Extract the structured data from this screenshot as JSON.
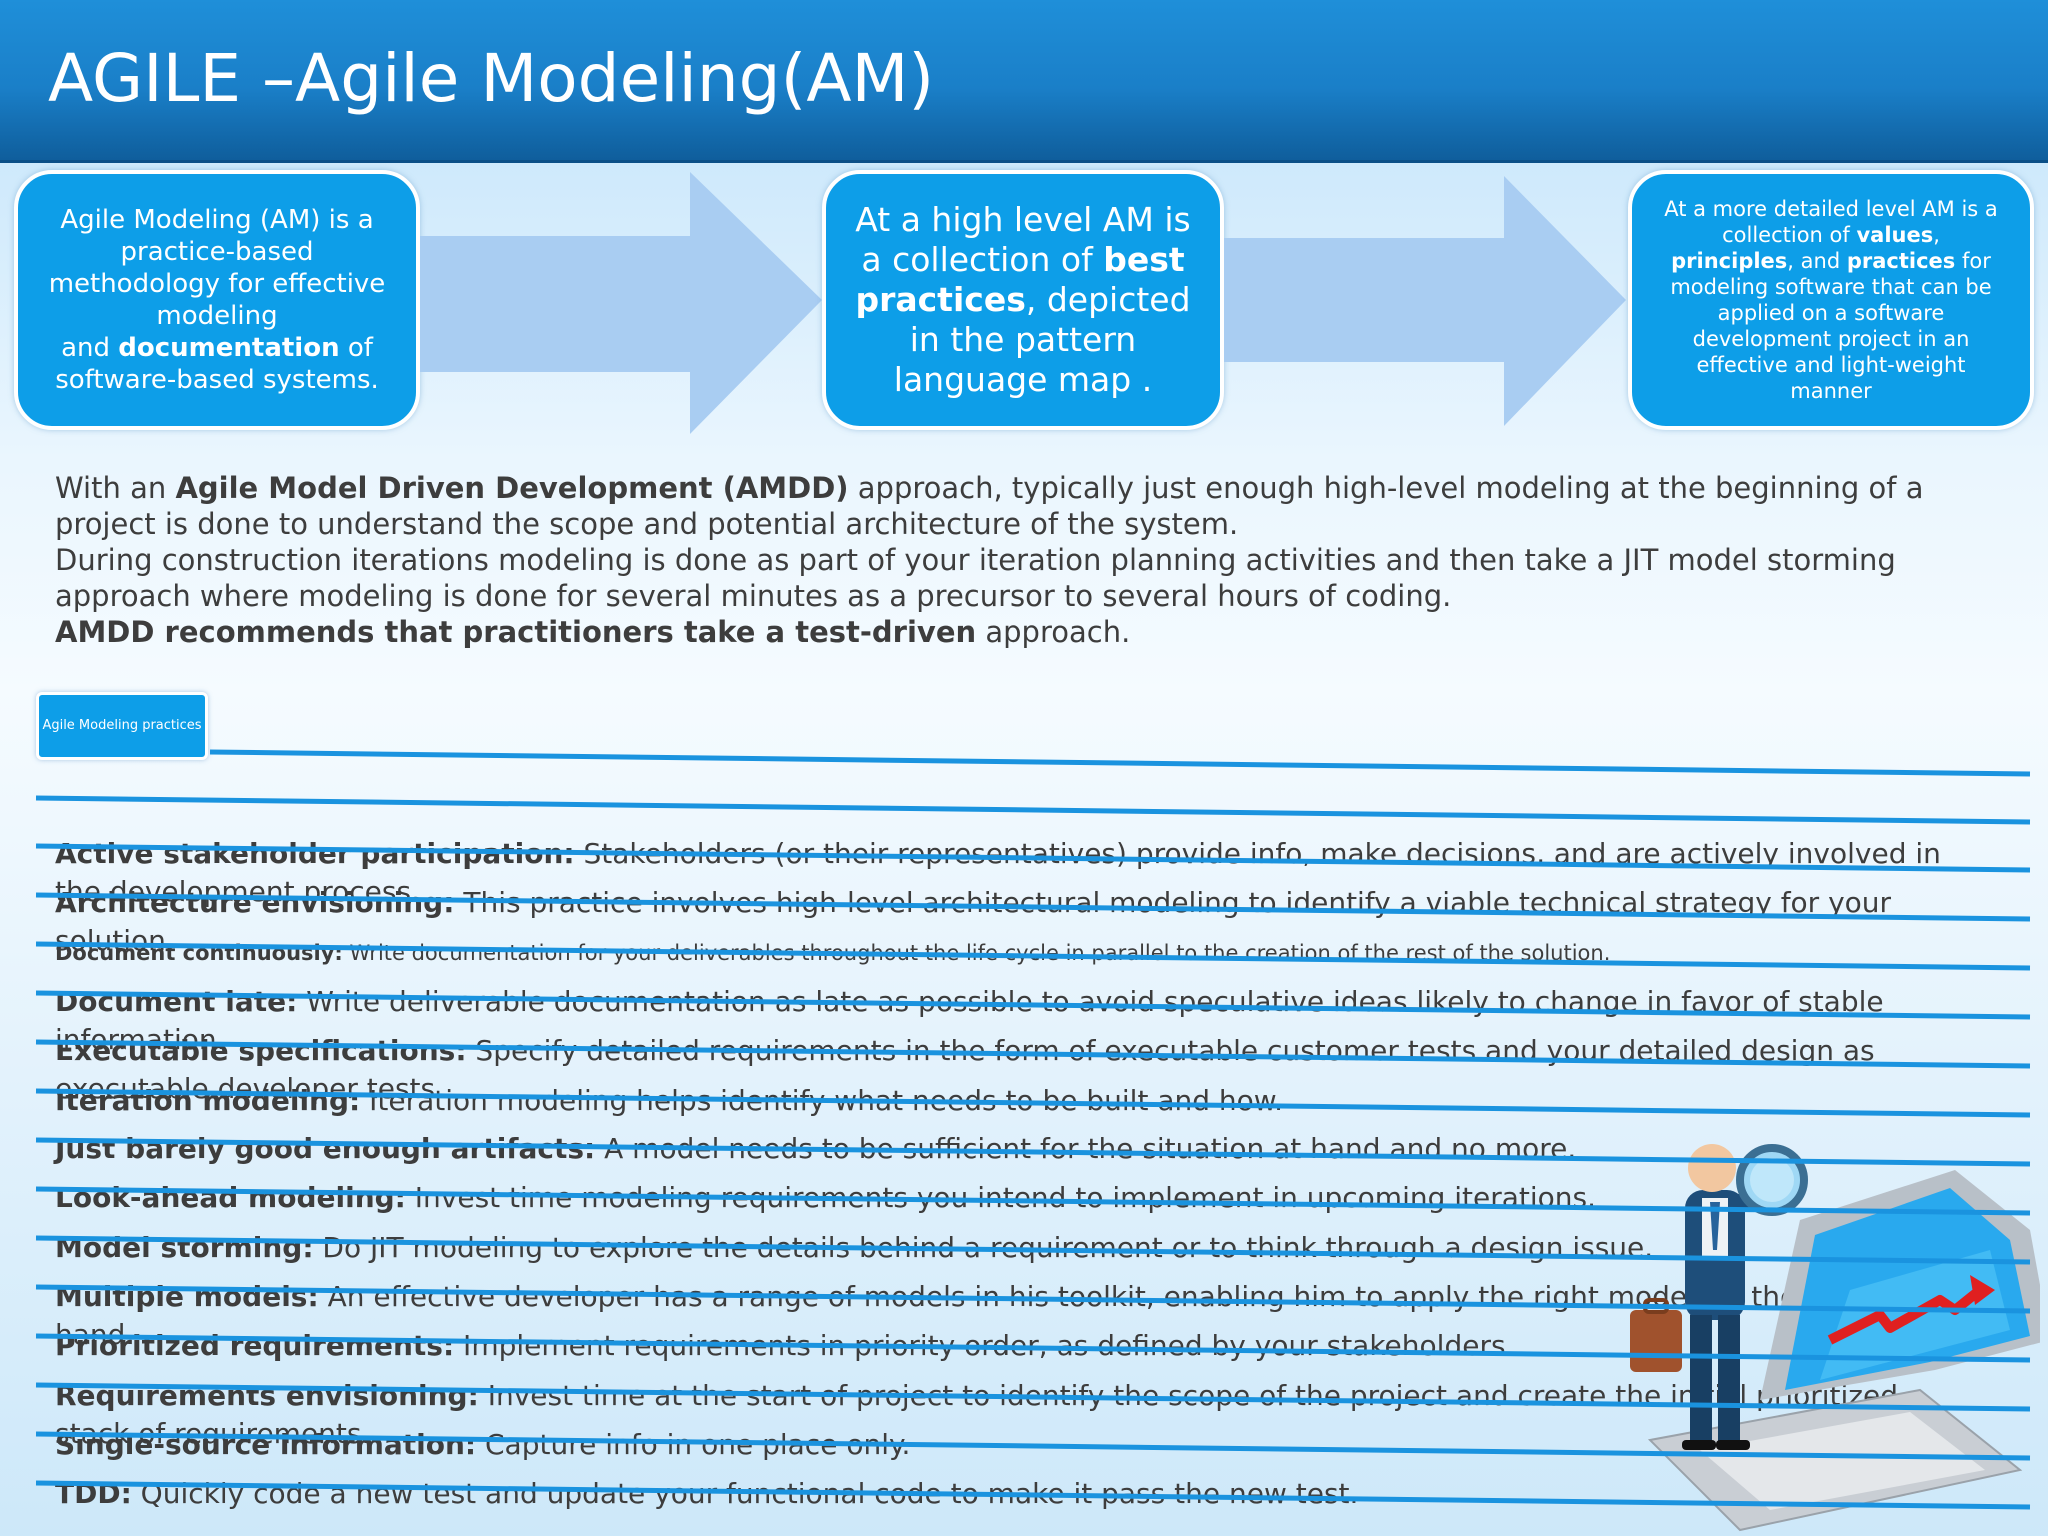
{
  "title": "AGILE –Agile Modeling(AM)",
  "boxes": {
    "box1": {
      "line1": "Agile Modeling (AM) is a practice-based methodology for effective modeling",
      "and": "and ",
      "bold": "documentation",
      "rest": " of software-based systems."
    },
    "box2": {
      "pre": "At a high level AM is a collection of ",
      "bold": "best practices",
      "post": ", depicted in the pattern language map ."
    },
    "box3": {
      "t1": "At a more detailed level AM is a collection of ",
      "b1": "values",
      "t2": ", ",
      "b2": "principles",
      "t3": ", and ",
      "b3": "practices",
      "t4": " for modeling software that can be applied on a software development project in an effective and light-weight manner"
    }
  },
  "intro": {
    "p1_pre": "With an ",
    "p1_bold": "Agile Model Driven Development (AMDD)",
    "p1_post": " approach, typically just enough high-level modeling at the beginning of a project is done to understand the scope and potential architecture of the system.",
    "p2": "During construction iterations modeling is done  as part of your iteration planning activities and then take a JIT model storming approach where modeling is done for several minutes as a precursor to several hours of coding.",
    "p3_bold": "AMDD recommends that practitioners take a test-driven",
    "p3_post": " approach."
  },
  "practices_button": "Agile Modeling practices",
  "practices": [
    {
      "name": "Active stakeholder participation:",
      "desc": " Stakeholders (or their representatives) provide info, make decisions, and are actively involved in the development process."
    },
    {
      "name": "Architecture envisioning:",
      "desc": " This practice involves high-level architectural modeling to identify a viable technical strategy for your solution."
    },
    {
      "name": "Document continuously:",
      "desc": " Write documentation for your deliverables throughout the life cycle in parallel to the creation of the rest of the solution."
    },
    {
      "name": "Document late:",
      "desc": " Write deliverable documentation as late as possible to avoid speculative ideas likely to change in favor of stable information."
    },
    {
      "name": "Executable specifications:",
      "desc": " Specify detailed requirements in the form of executable customer tests and your detailed design as executable developer tests."
    },
    {
      "name": "Iteration modeling:",
      "desc": " Iteration modeling helps identify what needs to be built and how."
    },
    {
      "name": "Just barely good enough artifacts:",
      "desc": " A model needs to be sufficient for the situation at hand and no more."
    },
    {
      "name": "Look-ahead modeling:",
      "desc": " Invest time modeling requirements you intend to implement in upcoming iterations."
    },
    {
      "name": "Model storming:",
      "desc": " Do JIT modeling to explore the details behind a requirement or to think through a design issue."
    },
    {
      "name": "Multiple models:",
      "desc": " An effective developer has a range of models in his toolkit, enabling him to apply the right model for the situation at hand."
    },
    {
      "name": "Prioritized requirements:",
      "desc": " Implement requirements in priority order, as defined by your stakeholders."
    },
    {
      "name": "Requirements envisioning:",
      "desc": " Invest time at the start of project to identify the scope of the project and create the initial prioritized stack of requirements."
    },
    {
      "name": "Single-source information:",
      "desc": " Capture info in one place only."
    },
    {
      "name": "TDD:",
      "desc": " Quickly code a new test and update your functional code to make it pass the new test."
    }
  ],
  "colors": {
    "header": "#1a7fc8",
    "box": "#0d9ee8",
    "arrow": "#a9cdf2",
    "line": "#1a93df",
    "text": "#3d3d3d"
  }
}
